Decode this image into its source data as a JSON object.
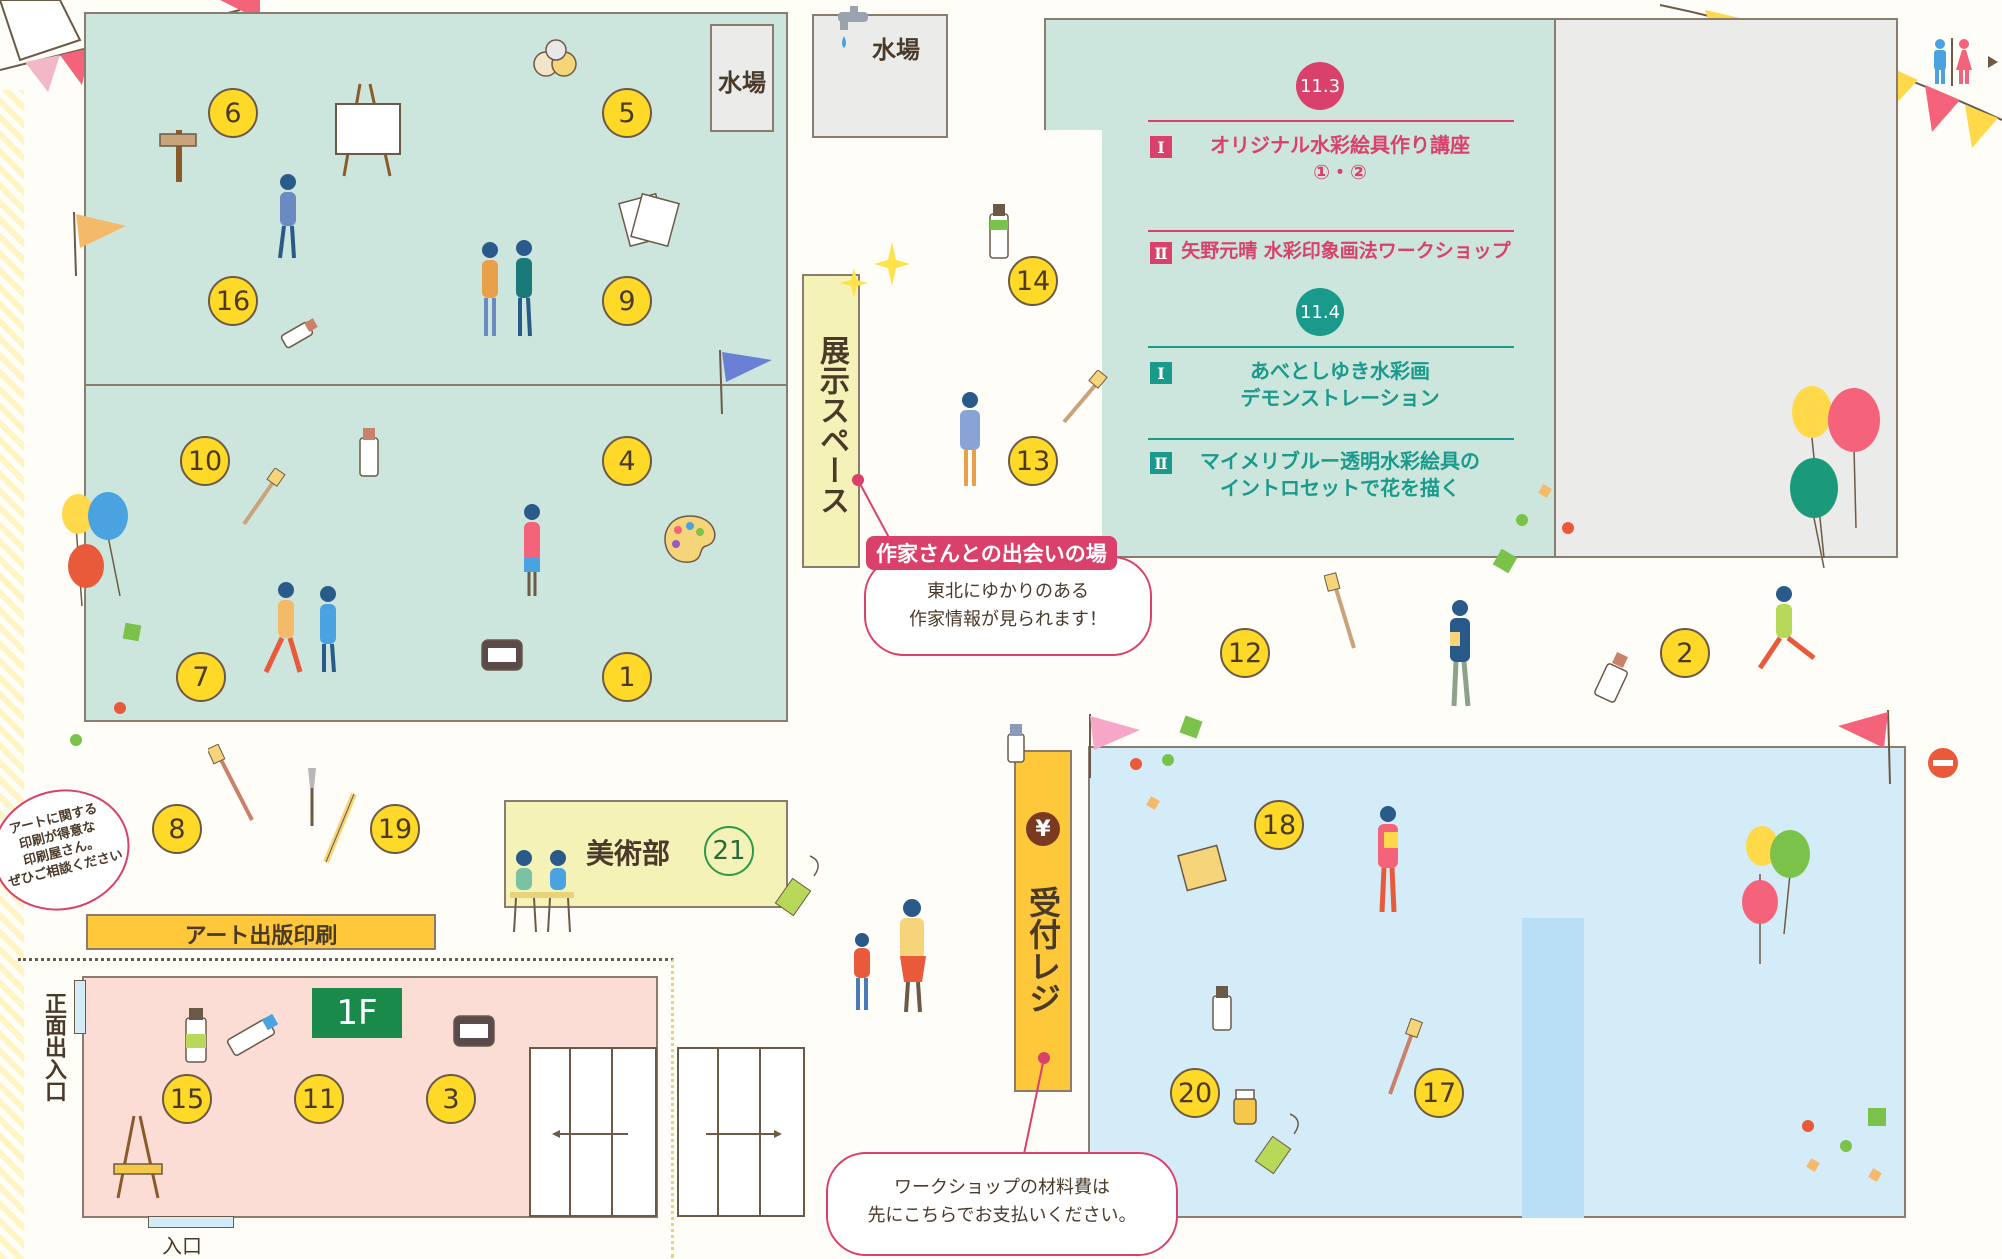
{
  "colors": {
    "room_green": "#cde6dd",
    "room_blue": "#d4ecf8",
    "room_pink": "#fbddd5",
    "badge_yellow": "#ffd927",
    "magenta": "#d9416a",
    "teal": "#1a9a8a",
    "floor_label_green": "#1a8a4a"
  },
  "labels": {
    "water_1": "水場",
    "water_2": "水場",
    "exhibit": "展示スペース",
    "art_club": "美術部",
    "art_printing": "アート出版印刷",
    "floor": "1F",
    "front_entrance": "正面出入口",
    "entrance": "入口",
    "reception": "受付レジ",
    "yen": "¥"
  },
  "schedule": {
    "day1": {
      "date": "11.3",
      "items": [
        {
          "num": "Ⅰ",
          "text": "オリジナル水彩絵具作り講座\n①・②"
        },
        {
          "num": "Ⅱ",
          "text": "矢野元晴 水彩印象画法ワークショップ"
        }
      ]
    },
    "day2": {
      "date": "11.4",
      "items": [
        {
          "num": "Ⅰ",
          "text": "あべとしゆき水彩画\nデモンストレーション"
        },
        {
          "num": "Ⅱ",
          "text": "マイメリブルー透明水彩絵具の\nイントロセットで花を描く"
        }
      ]
    }
  },
  "callouts": {
    "artist_title": "作家さんとの出会いの場",
    "artist_body": "東北にゆかりのある\n作家情報が見られます！",
    "workshop_fee": "ワークショップの材料費は\n先にこちらでお支払いください。",
    "printer_note": "アートに関する\n印刷が得意な\n印刷屋さん。\nぜひご相談ください"
  },
  "booths": [
    "1",
    "2",
    "3",
    "4",
    "5",
    "6",
    "7",
    "8",
    "9",
    "10",
    "11",
    "12",
    "13",
    "14",
    "15",
    "16",
    "17",
    "18",
    "19",
    "20",
    "21"
  ],
  "icons": [
    "faucet-icon",
    "restroom-icon",
    "no-entry-icon",
    "balloon-icon",
    "flag-icon",
    "easel-icon",
    "paintbrush-icon",
    "paint-tube-icon",
    "palette-icon",
    "ink-bottle-icon",
    "sparkle-icon",
    "person-icon"
  ]
}
